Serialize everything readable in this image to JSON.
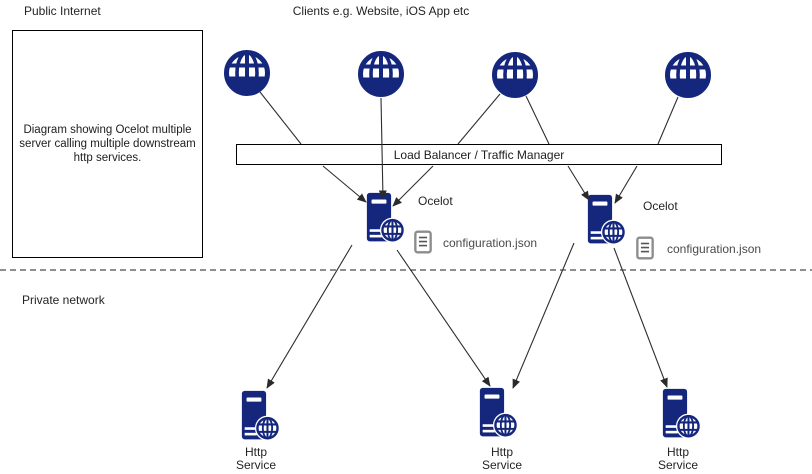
{
  "colors": {
    "node_blue": "#14277D",
    "doc_gray": "#8C8C8C",
    "line_dark": "#2E2E2E"
  },
  "labels": {
    "public_internet": "Public Internet",
    "clients_caption": "Clients e.g. Website, iOS App etc",
    "description_box": "Diagram showing Ocelot multiple server calling multiple downstream http services.",
    "load_balancer": "Load Balancer / Traffic Manager",
    "private_network": "Private network"
  },
  "clients": {
    "count": 4,
    "icon": "globe-icon"
  },
  "ocelots": [
    {
      "label": "Ocelot",
      "config_file": "configuration.json",
      "icon": "server-globe-icon",
      "config_icon": "document-icon"
    },
    {
      "label": "Ocelot",
      "config_file": "configuration.json",
      "icon": "server-globe-icon",
      "config_icon": "document-icon"
    }
  ],
  "services": [
    {
      "label_line1": "Http",
      "label_line2": "Service",
      "icon": "server-globe-icon"
    },
    {
      "label_line1": "Http",
      "label_line2": "Service",
      "icon": "server-globe-icon"
    },
    {
      "label_line1": "Http",
      "label_line2": "Service",
      "icon": "server-globe-icon"
    }
  ]
}
